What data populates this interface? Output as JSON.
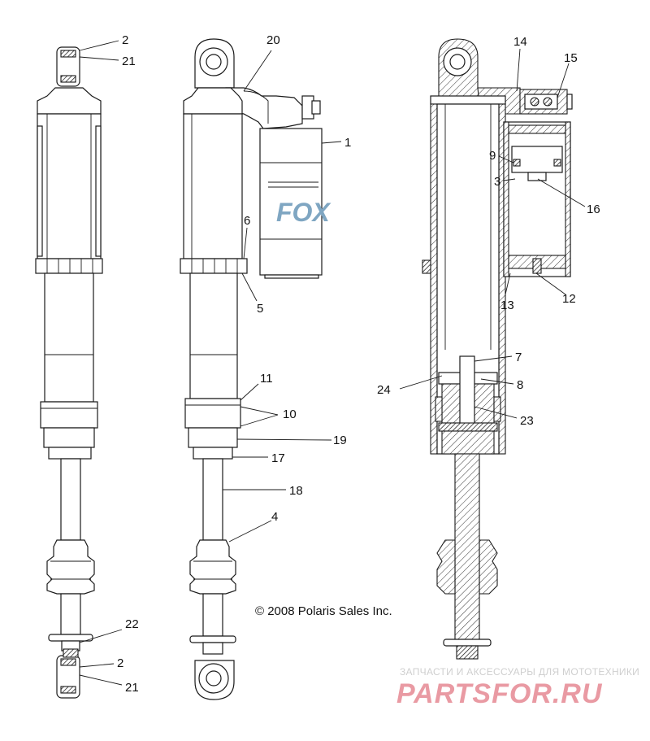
{
  "copyright": "© 2008 Polaris Sales Inc.",
  "watermark": {
    "tagline": "ЗАПЧАСТИ И АКСЕССУАРЫ ДЛЯ МОТОТЕХНИКИ",
    "brand": "PARTSFOR.RU",
    "color": "#e99aa3"
  },
  "decal_text": "FOX",
  "callouts": {
    "left": {
      "c2_top": "2",
      "c21_top": "21",
      "c22": "22",
      "c2_bot": "2",
      "c21_bot": "21"
    },
    "middle": {
      "c20": "20",
      "c1": "1",
      "c6": "6",
      "c5": "5",
      "c11": "11",
      "c10": "10",
      "c19": "19",
      "c17": "17",
      "c18": "18",
      "c4": "4"
    },
    "right": {
      "c14": "14",
      "c15": "15",
      "c9": "9",
      "c3": "3",
      "c16": "16",
      "c13": "13",
      "c12": "12",
      "c7": "7",
      "c24": "24",
      "c8": "8",
      "c23": "23"
    }
  }
}
